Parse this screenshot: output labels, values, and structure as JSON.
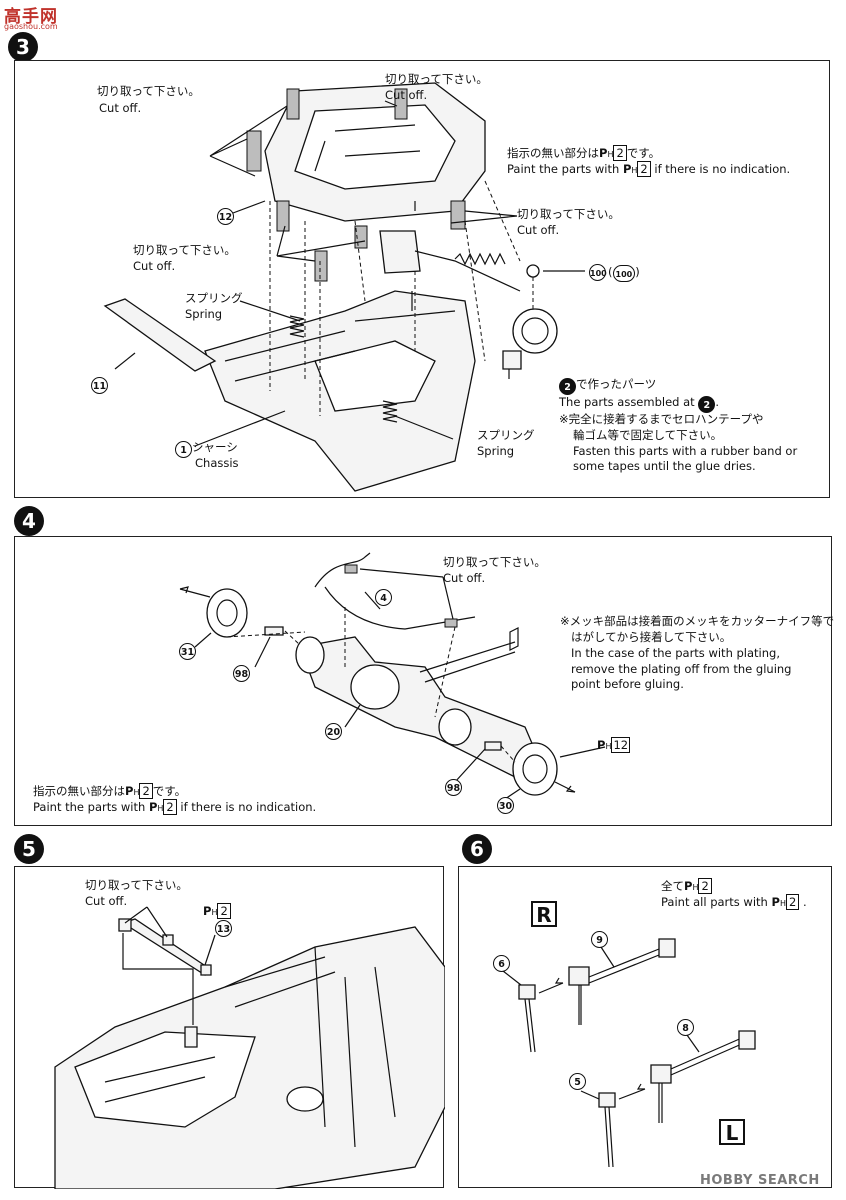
{
  "watermark": {
    "top_logo": "高手网",
    "top_url": "gaoshou.com",
    "bottom_logo": "HOBBY SEARCH"
  },
  "steps": {
    "s3": {
      "number": "3",
      "cut_off_left_jp": "切り取って下さい。",
      "cut_off_left_en": "Cut off.",
      "cut_off_top_jp": "切り取って下さい。",
      "cut_off_top_en": "Cut off.",
      "cut_off_mid_jp": "切り取って下さい。",
      "cut_off_mid_en": "Cut off.",
      "cut_off_right_jp": "切り取って下さい。",
      "cut_off_right_en": "Cut off.",
      "paint_note_jp_a": "指示の無い部分は",
      "paint_note_jp_b": "です。",
      "paint_note_en_a": "Paint the parts with",
      "paint_note_en_b": "if there is no indication.",
      "paint_code": "2",
      "spring1_jp": "スプリング",
      "spring1_en": "Spring",
      "spring2_jp": "スプリング",
      "spring2_en": "Spring",
      "chassis_jp": "シャーシ",
      "chassis_en": "Chassis",
      "part_12": "12",
      "part_11": "11",
      "part_1": "1",
      "part_100a": "100",
      "part_100b": "100",
      "assembled_ref": "2",
      "assembled_jp": "で作ったパーツ",
      "assembled_en": "The parts assembled at",
      "assembled_en_end": ".",
      "fasten_jp1": "※完全に接着するまでセロハンテープや",
      "fasten_jp2": "輪ゴム等で固定して下さい。",
      "fasten_en1": "Fasten this parts with a rubber band or",
      "fasten_en2": "some tapes until the glue dries."
    },
    "s4": {
      "number": "4",
      "cut_off_jp": "切り取って下さい。",
      "cut_off_en": "Cut off.",
      "part_4": "4",
      "part_31": "31",
      "part_98a": "98",
      "part_20": "20",
      "part_98b": "98",
      "part_30": "30",
      "plating_jp1": "※メッキ部品は接着面のメッキをカッターナイフ等で",
      "plating_jp2": "はがしてから接着して下さい。",
      "plating_en1": "In the case of the parts with plating,",
      "plating_en2": "remove the plating off from the gluing",
      "plating_en3": "point before gluing.",
      "paint_code_12": "12",
      "paint_note_jp_a": "指示の無い部分は",
      "paint_note_jp_b": "です。",
      "paint_note_en_a": "Paint the parts with",
      "paint_note_en_b": "if there is no indication.",
      "paint_code": "2"
    },
    "s5": {
      "number": "5",
      "cut_off_jp": "切り取って下さい。",
      "cut_off_en": "Cut off.",
      "paint_code": "2",
      "part_13": "13"
    },
    "s6": {
      "number": "6",
      "all_jp_a": "全て",
      "all_en_a": "Paint all parts with",
      "all_en_b": ".",
      "paint_code": "2",
      "label_r": "R",
      "label_l": "L",
      "part_9": "9",
      "part_6": "6",
      "part_8": "8",
      "part_5": "5"
    }
  },
  "paint_prefix": "P",
  "paint_sub": "H"
}
